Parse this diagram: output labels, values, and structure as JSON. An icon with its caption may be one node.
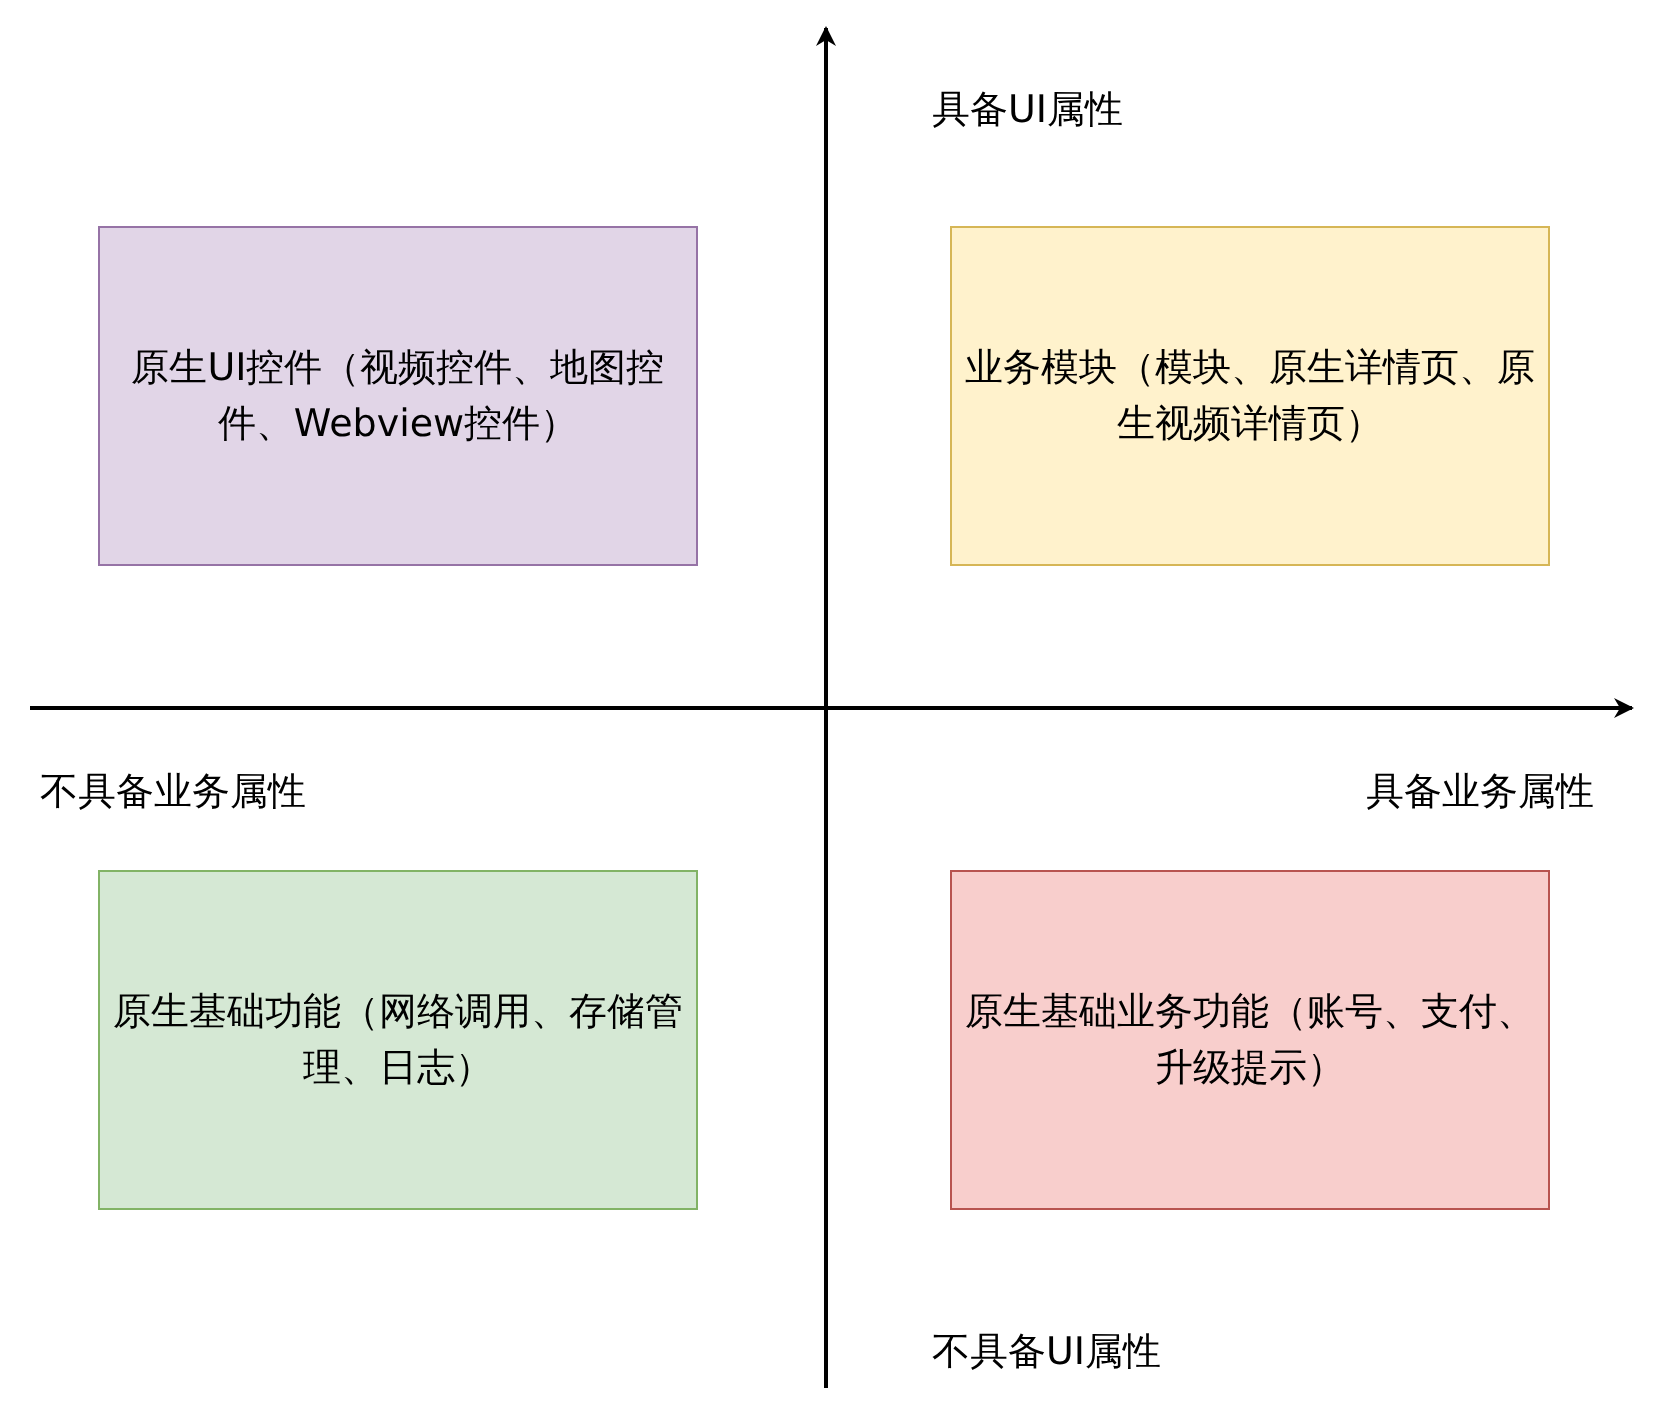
{
  "diagram": {
    "nodes": [
      {
        "text": [
          "原生UI控件（视频控件、地图控件、Webview控件）"
        ]
      },
      {
        "text": [
          "业务模块（模块、原生详情页、原生视频详情页）"
        ]
      },
      {
        "text": [
          "原生基础功能（网络调用、存储管理、日志）"
        ]
      },
      {
        "text": [
          "原生基础业务功能（账号、支付、升级提示）"
        ]
      }
    ],
    "labels": [
      "具备UI属性",
      "不具备业务属性",
      "具备业务属性",
      "不具备UI属性"
    ]
  }
}
